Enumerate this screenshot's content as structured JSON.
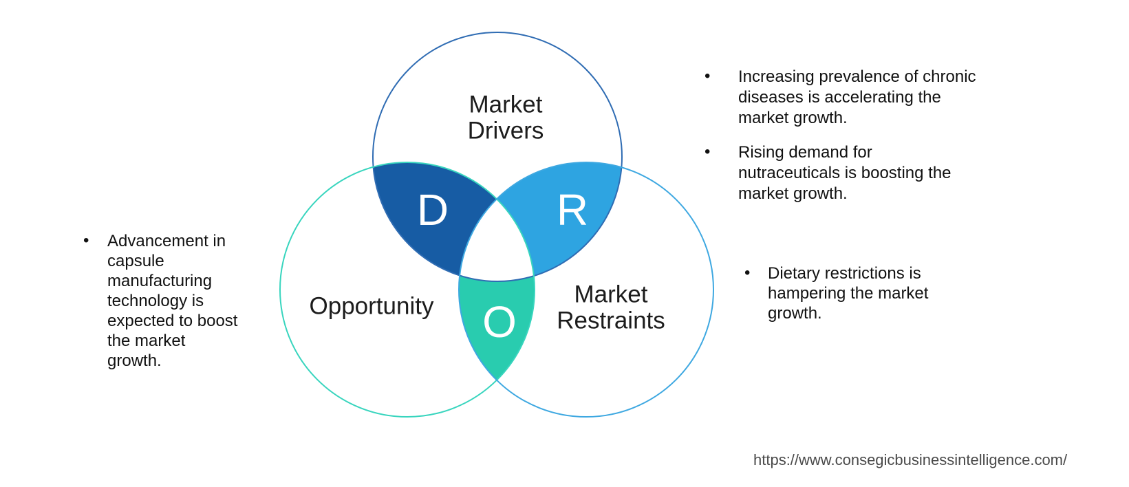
{
  "bullet_char": "•",
  "venn": {
    "drivers": {
      "line1": "Market",
      "line2": "Drivers",
      "letter": "D"
    },
    "opportunity": {
      "label": "Opportunity",
      "letter": "O"
    },
    "restraints": {
      "line1": "Market",
      "line2": "Restraints",
      "letter": "R"
    }
  },
  "bullets": {
    "left": [
      {
        "lines": [
          "Advancement in",
          "capsule",
          "manufacturing",
          "technology is",
          "expected to boost",
          "the market",
          "growth."
        ]
      }
    ],
    "right_top": [
      {
        "lines": [
          "Increasing prevalence of chronic",
          "diseases is accelerating the",
          "market growth."
        ]
      },
      {
        "lines": [
          "Rising demand for",
          "nutraceuticals is boosting the",
          "market growth."
        ]
      }
    ],
    "right_middle": [
      {
        "lines": [
          "Dietary restrictions is",
          "hampering the market",
          "growth."
        ]
      }
    ]
  },
  "footer": {
    "url": "https://www.consegicbusinessintelligence.com/"
  },
  "colors": {
    "drivers_fill": "#175CA4",
    "restraints_fill": "#2EA4E1",
    "opportunity_fill": "#29CCAF",
    "drivers_stroke": "#2F6CB3",
    "opportunity_stroke": "#38D5BE",
    "restraints_stroke": "#3EA8E1",
    "center_fill": "#FFFFFF",
    "letter_color": "#FFFFFF",
    "label_color": "#1C1C1C",
    "bullet_text_color": "#111111",
    "url_color": "#4A4A4A"
  }
}
